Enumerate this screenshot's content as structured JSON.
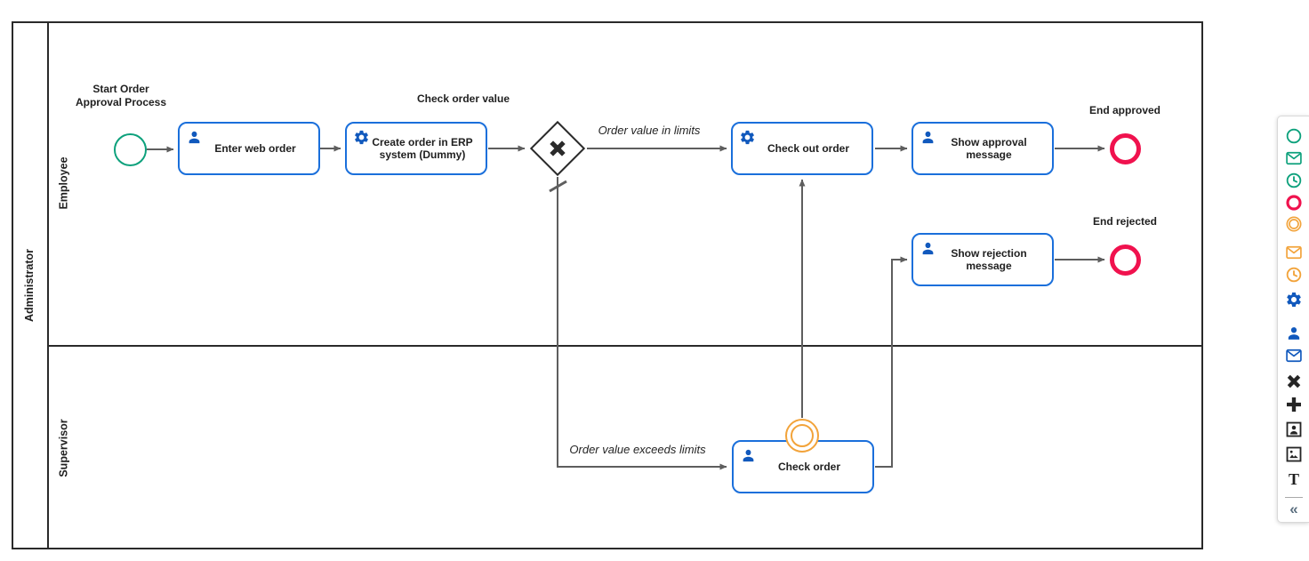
{
  "diagram": {
    "pool": {
      "label": "Administrator"
    },
    "lanes": [
      {
        "label": "Employee"
      },
      {
        "label": "Supervisor"
      }
    ],
    "events": {
      "start": {
        "label": "Start Order Approval Process",
        "type": "start",
        "color": "#0da17c"
      },
      "end_approved": {
        "label": "End approved",
        "type": "end",
        "color": "#f0124e"
      },
      "end_rejected": {
        "label": "End rejected",
        "type": "end",
        "color": "#f0124e"
      },
      "boundary": {
        "label": "",
        "type": "intermediate-boundary",
        "color": "#f2a33a"
      }
    },
    "gateway": {
      "label": "Check order value",
      "type": "exclusive"
    },
    "tasks": [
      {
        "label": "Enter web order",
        "type": "user"
      },
      {
        "label": "Create order in ERP system (Dummy)",
        "type": "service"
      },
      {
        "label": "Check out order",
        "type": "service"
      },
      {
        "label": "Show approval message",
        "type": "user"
      },
      {
        "label": "Show rejection message",
        "type": "user"
      },
      {
        "label": "Check order",
        "type": "user"
      }
    ],
    "flow_labels": [
      {
        "label": "Order value in limits"
      },
      {
        "label": "Order value exceeds limits"
      }
    ]
  },
  "palette": {
    "items": [
      {
        "name": "start-event",
        "color": "#0da17c"
      },
      {
        "name": "message-start-event",
        "color": "#0da17c"
      },
      {
        "name": "timer-start-event",
        "color": "#0da17c"
      },
      {
        "name": "end-event",
        "color": "#f0124e"
      },
      {
        "name": "intermediate-event",
        "color": "#f2a33a"
      },
      {
        "name": "message-intermediate-event",
        "color": "#f2a33a"
      },
      {
        "name": "timer-intermediate-event",
        "color": "#f2a33a"
      },
      {
        "name": "service-task",
        "color": "#1159bd"
      },
      {
        "name": "user-task",
        "color": "#1159bd"
      },
      {
        "name": "message-task",
        "color": "#1159bd"
      },
      {
        "name": "exclusive-gateway",
        "color": "#252525"
      },
      {
        "name": "parallel-gateway",
        "color": "#252525"
      },
      {
        "name": "user-image",
        "color": "#252525"
      },
      {
        "name": "image",
        "color": "#252525"
      },
      {
        "name": "text-tool",
        "color": "#1d1d1d"
      }
    ],
    "text_tool_label": "T",
    "collapse_label": "«"
  },
  "colors": {
    "task_border": "#1a6fdb",
    "task_icon": "#1159bd",
    "start_event": "#0da17c",
    "end_event": "#f0124e",
    "boundary_event": "#f2a33a",
    "gateway": "#2a2a2a",
    "flow_line": "#5e5e5e",
    "pool_border": "#2a2a2a"
  }
}
